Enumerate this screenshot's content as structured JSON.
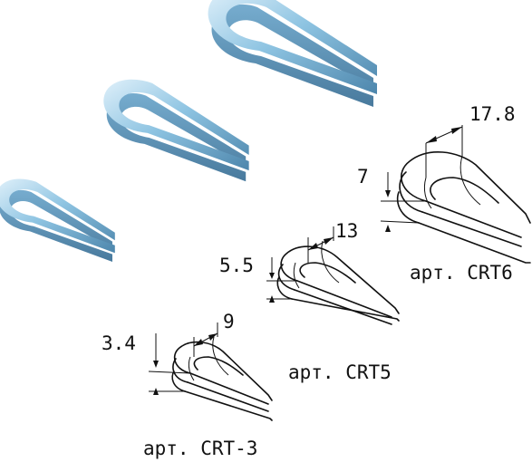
{
  "colors": {
    "thimble_fill": "#8ec4e2",
    "thimble_highlight": "#dff0fa",
    "thimble_shadow": "#4d86ac",
    "line": "#111111"
  },
  "drawings": [
    {
      "id": "small",
      "dimension_height": "3.4",
      "dimension_width": "9",
      "article": "арт. CRT-3"
    },
    {
      "id": "medium",
      "dimension_height": "5.5",
      "dimension_width": "13",
      "article": "арт. CRT5"
    },
    {
      "id": "large",
      "dimension_height": "7",
      "dimension_width": "17.8",
      "article": "арт. CRT6"
    }
  ]
}
